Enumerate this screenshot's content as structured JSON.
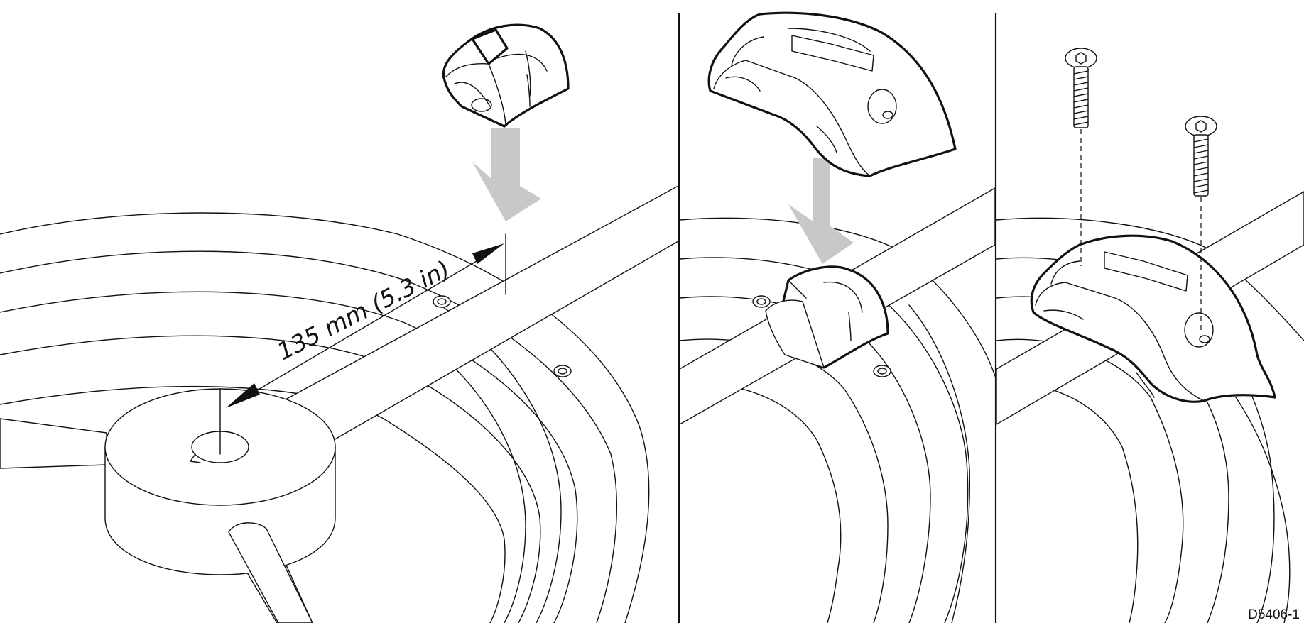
{
  "dimension": {
    "label": "135 mm (5.3 in)"
  },
  "reference": {
    "code": "D5406-1"
  },
  "panels": [
    {
      "id": "panel-1"
    },
    {
      "id": "panel-2"
    },
    {
      "id": "panel-3"
    }
  ]
}
